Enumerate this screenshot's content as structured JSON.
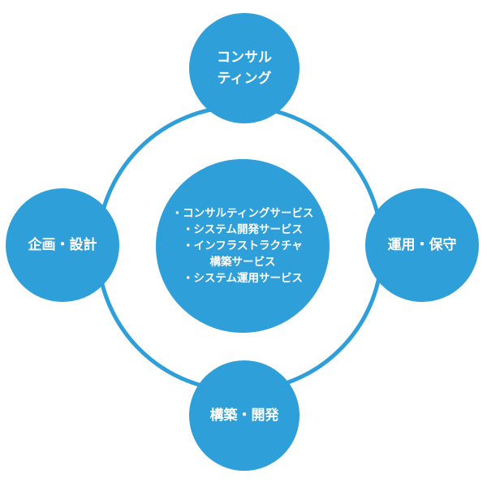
{
  "diagram": {
    "nodes": {
      "top": "コンサル\nティング",
      "left": "企画・設計",
      "right": "運用・保守",
      "bottom": "構築・開発"
    },
    "center_items": [
      "・コンサルティングサービス",
      "・システム開発サービス",
      "・インフラストラクチャ\n構築サービス",
      "・システム運用サービス"
    ]
  },
  "colors": {
    "circle_fill": "#2e9fd9",
    "ring_stroke": "#2e9fd9",
    "text": "#ffffff"
  }
}
